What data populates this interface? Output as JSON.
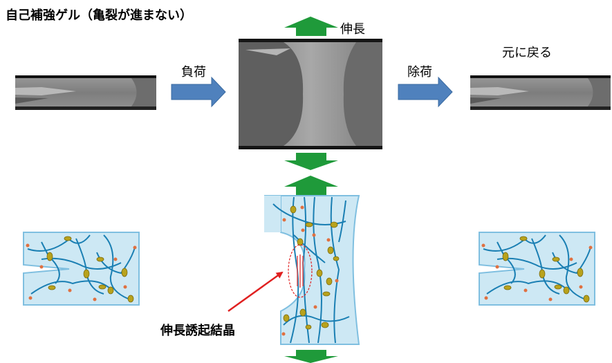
{
  "title": "自己補強ゲル（亀裂が進まない）",
  "labels": {
    "load": "負荷",
    "stretch": "伸長",
    "unload": "除荷",
    "return": "元に戻る",
    "crystallization": "伸長誘起結晶"
  },
  "colors": {
    "process_arrow": "#4f81bd",
    "stretch_arrow": "#1f9a3a",
    "gel_fill": "#cde8f4",
    "gel_border": "#7fbfe0",
    "polymer_chain": "#1a7fb3",
    "ring": "#b8a21c",
    "end_cap": "#e07040",
    "crystal_highlight": "#e02020",
    "photo_gray": "#8a8a8a"
  }
}
